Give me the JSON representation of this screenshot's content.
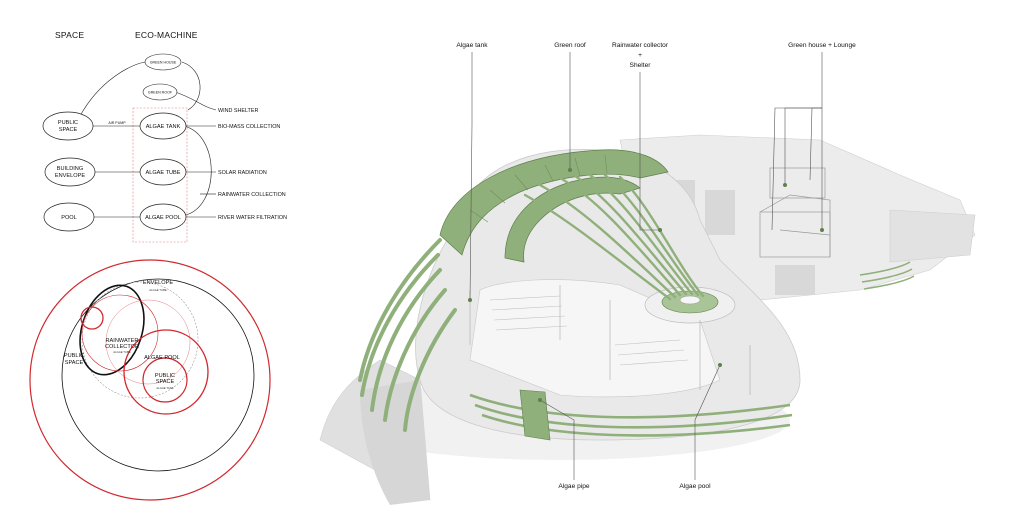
{
  "headers": {
    "space": "SPACE",
    "eco_machine": "ECO-MACHINE"
  },
  "spaces": {
    "public_space": [
      "PUBLIC",
      "SPACE"
    ],
    "building_envelope": [
      "BUILDING",
      "ENVELOPE"
    ],
    "pool": "POOL"
  },
  "machines": {
    "green_house": "GREEN HOUSE",
    "green_roof": "GREEN ROOF",
    "algae_tank": "ALGAE TANK",
    "algae_tube": "ALGAE TUBE",
    "algae_pool": "ALGAE POOL"
  },
  "links": {
    "air_pump": "AIR PUMP"
  },
  "functions": {
    "wind_shelter": "WIND SHELTER",
    "bio_mass": "BIO-MASS COLLECTION",
    "solar": "SOLAR RADIATION",
    "rainwater": "RAINWATER COLLECTION",
    "river": "RIVER WATER FILTRATION"
  },
  "venn": {
    "envelope": "ENVELOPE",
    "envelope_sub": "ALGAE TUBE",
    "public_space_left": [
      "PUBLIC",
      "SPACE"
    ],
    "rainwater": [
      "RAINWATER",
      "COLLECTOR"
    ],
    "rainwater_sub": "ALGAE TUBE",
    "algae_pool": "ALGAE POOL",
    "public_space_center": [
      "PUBLIC",
      "SPACE"
    ],
    "public_space_sub": "ALGAE TANK"
  },
  "callouts": {
    "algae_tank": "Algae tank",
    "green_roof": "Green roof",
    "rainwater_collector": "Rainwater collector",
    "plus": "+",
    "shelter": "Shelter",
    "green_house_lounge": "Green house + Lounge",
    "algae_pipe": "Algae pipe",
    "algae_pool": "Algae pool"
  },
  "colors": {
    "accent_red": "#d0292e",
    "green": "#8fb07a",
    "green_dark": "#5f7f4c",
    "model_grey": "#e6e6e6"
  }
}
